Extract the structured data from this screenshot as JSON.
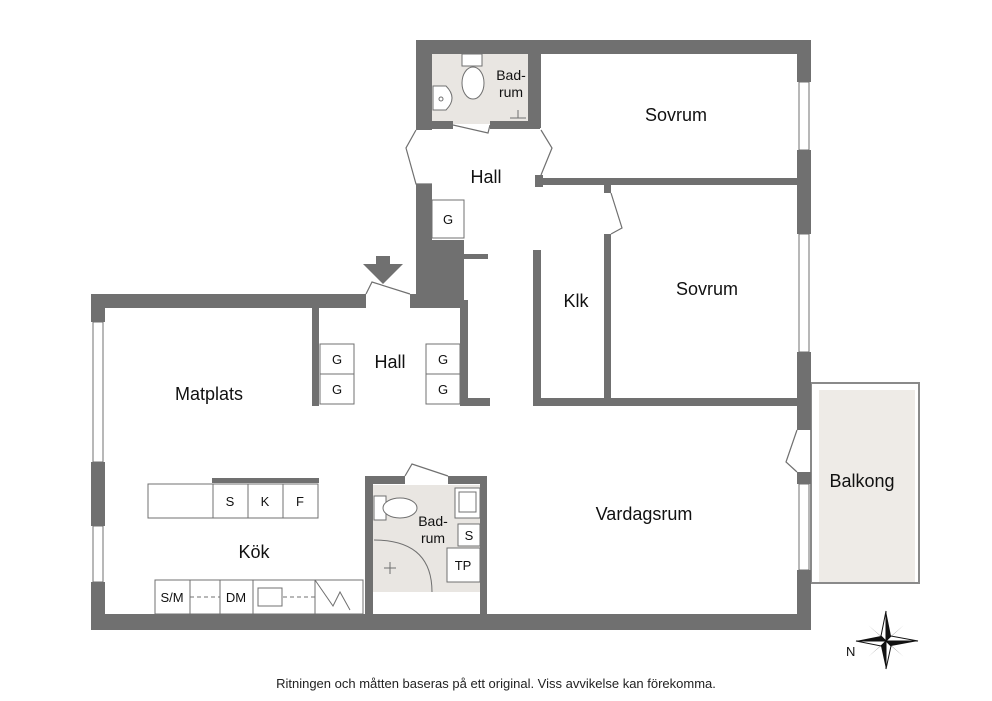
{
  "rooms": {
    "bathroom_top": [
      "Bad-",
      "rum"
    ],
    "sovrum_1": "Sovrum",
    "hall_top": "Hall",
    "sovrum_2": "Sovrum",
    "klk": "Klk",
    "hall_mid": "Hall",
    "matplats": "Matplats",
    "kok": "Kök",
    "bathroom_small": [
      "Bad-",
      "rum"
    ],
    "vardagsrum": "Vardagsrum",
    "balkong": "Balkong"
  },
  "fixtures": {
    "closet": "G",
    "sink": "S",
    "fridge": "K",
    "freezer": "F",
    "stove_microwave": "S/M",
    "dishwasher": "DM",
    "bath_sink": "S",
    "washer": "TP"
  },
  "compass": {
    "north_letter": "N"
  },
  "disclaimer": "Ritningen och måtten baseras på ett original. Viss avvikelse kan förekomma.",
  "colors": {
    "wall": "#707070",
    "bath_floor": "#e9e6e2",
    "balcony_floor": "#eeebe7"
  }
}
